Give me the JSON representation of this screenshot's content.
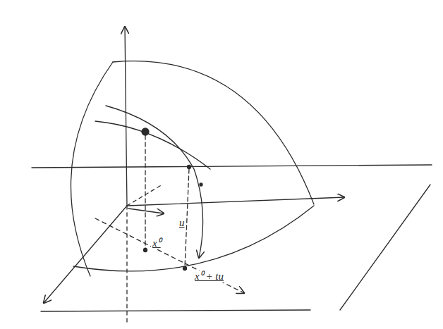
{
  "diagram": {
    "labels": [
      "x⁰",
      "u",
      "x⁰ + tu"
    ]
  }
}
